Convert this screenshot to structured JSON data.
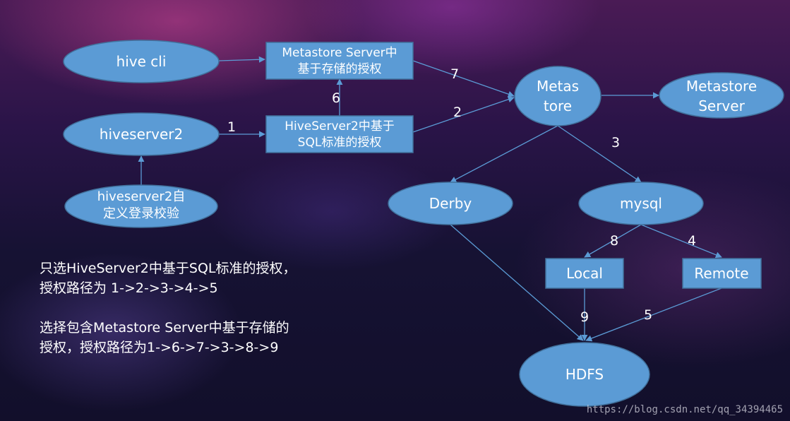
{
  "colors": {
    "node_fill": "#5b9bd5",
    "node_stroke": "#41719c",
    "edge": "#5b9bd5",
    "text": "#ffffff"
  },
  "nodes": {
    "hive_cli": {
      "lines": [
        "hive cli"
      ]
    },
    "hiveserver2": {
      "lines": [
        "hiveserver2"
      ]
    },
    "hiveserver2_custom_login": {
      "lines": [
        "hiveserver2自",
        "定义登录校验"
      ]
    },
    "metastore_storage_auth": {
      "lines": [
        "Metastore Server中",
        "基于存储的授权"
      ]
    },
    "hiveserver2_sql_auth": {
      "lines": [
        "HiveServer2中基于",
        "SQL标准的授权"
      ]
    },
    "metastore": {
      "lines": [
        "Metas",
        "tore"
      ]
    },
    "metastore_server": {
      "lines": [
        "Metastore",
        "Server"
      ]
    },
    "derby": {
      "lines": [
        "Derby"
      ]
    },
    "mysql": {
      "lines": [
        "mysql"
      ]
    },
    "local": {
      "lines": [
        "Local"
      ]
    },
    "remote": {
      "lines": [
        "Remote"
      ]
    },
    "hdfs": {
      "lines": [
        "HDFS"
      ]
    }
  },
  "edge_labels": {
    "e1": "1",
    "e2": "2",
    "e3": "3",
    "e4": "4",
    "e5": "5",
    "e6": "6",
    "e7": "7",
    "e8": "8",
    "e9": "9"
  },
  "notes": {
    "note1": [
      "只选HiveServer2中基于SQL标准的授权，",
      "授权路径为 1->2->3->4->5"
    ],
    "note2": [
      "选择包含Metastore Server中基于存储的",
      "授权，授权路径为1->6->7->3->8->9"
    ]
  },
  "watermark": "https://blog.csdn.net/qq_34394465"
}
